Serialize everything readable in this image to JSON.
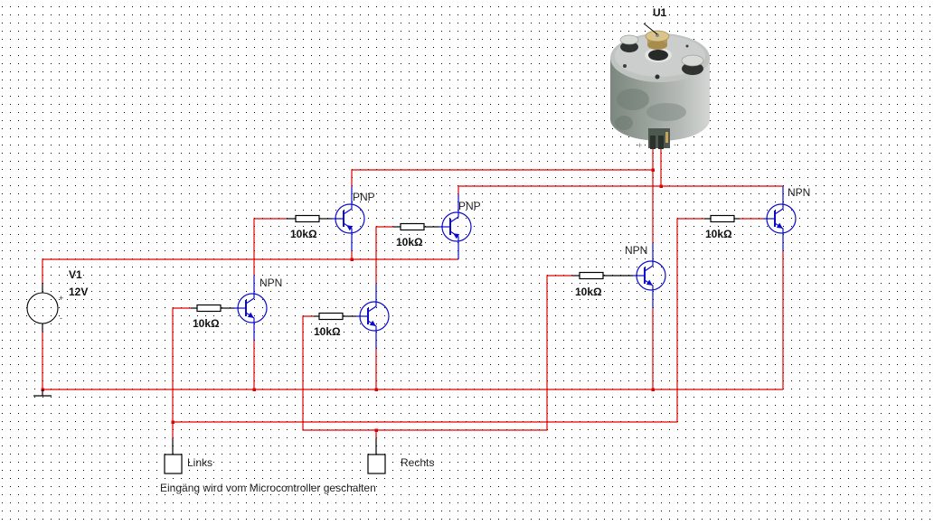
{
  "diagram": {
    "motor": {
      "label": "U1",
      "terminal_plus": "+",
      "terminal_minus": "-"
    },
    "source": {
      "label": "V1",
      "value": "12V",
      "terminal_plus": "+",
      "terminal_minus": "-"
    },
    "transistors": [
      {
        "label": "PNP"
      },
      {
        "label": "PNP"
      },
      {
        "label": "NPN"
      },
      {
        "label": null
      },
      {
        "label": "NPN"
      },
      {
        "label": "NPN"
      }
    ],
    "resistors": [
      {
        "value": "10kΩ"
      },
      {
        "value": "10kΩ"
      },
      {
        "value": "10kΩ"
      },
      {
        "value": "10kΩ"
      },
      {
        "value": "10kΩ"
      },
      {
        "value": "10kΩ"
      }
    ],
    "inputs": [
      {
        "label": "Links"
      },
      {
        "label": "Rechts"
      }
    ],
    "caption": "Eingäng wird vom Microcontroller geschalten"
  },
  "colors": {
    "wire": "#e00000",
    "component": "#0a0acc",
    "symbol": "#000000",
    "grid_dot": "#000000"
  }
}
